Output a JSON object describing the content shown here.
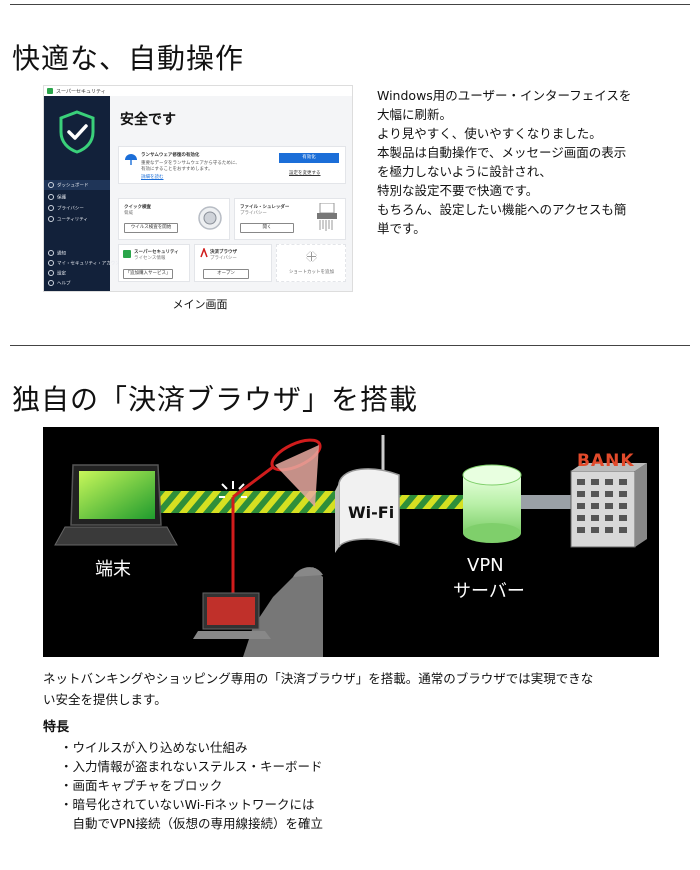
{
  "section1": {
    "heading": "快適な、自動操作",
    "caption": "メイン画面",
    "description": [
      "Windows用のユーザー・インターフェイスを",
      "大幅に刷新。",
      "より見やすく、使いやすくなりました。",
      "本製品は自動操作で、メッセージ画面の表示",
      "を極力しないように設計され、",
      "特別な設定不要で快適です。",
      "もちろん、設定したい機能へのアクセスも簡",
      "単です。"
    ],
    "app": {
      "window_title": "スーパーセキュリティ",
      "status_title": "安全です",
      "side_items": [
        "ダッシュボード",
        "保護",
        "プライバシー",
        "ユーティリティ"
      ],
      "side_bottom": [
        "通知",
        "マイ・セキュリティ・アカウント",
        "設定",
        "ヘルプ"
      ],
      "alert_title": "ランサムウェア修復の有効化",
      "alert_line1": "重要なデータをランサムウェアから守るために、",
      "alert_line2": "有効にすることをおすすめします。",
      "alert_link": "詳細を読む",
      "enable_button": "有効化",
      "later_link": "設定を変更する",
      "quick_scan_title": "クイック検査",
      "quick_scan_sub": "脅威",
      "quick_scan_button": "ウイルス検査を開始",
      "shredder_title": "ファイル・シュレッダー",
      "shredder_sub": "プライバシー",
      "shredder_button": "開く",
      "app_card_title": "スーパーセキュリティ",
      "app_card_sub": "ライセンス情報",
      "app_card_button": "「追加購入サービス」",
      "browser_title": "決済ブラウザ",
      "browser_sub": "プライバシー",
      "browser_button": "オープン",
      "shortcut_label": "ショートカットを追加"
    }
  },
  "section2": {
    "heading": "独自の「決済ブラウザ」を搭載",
    "illustration": {
      "terminal_label": "端末",
      "wifi_label": "Wi-Fi",
      "vpn_label": "VPN",
      "server_label": "サーバー",
      "bank_label": "BANK"
    },
    "paragraph": [
      "ネットバンキングやショッピング専用の「決済ブラウザ」を搭載。通常のブラウザでは実現できな",
      "い安全を提供します。"
    ],
    "features_title": "特長",
    "features": [
      "・ウイルスが入り込めない仕組み",
      "・入力情報が盗まれないステルス・キーボード",
      "・画面キャプチャをブロック",
      "・暗号化されていないWi-Fiネットワークには",
      "　自動でVPN接続（仮想の専用線接続）を確立"
    ]
  },
  "colors": {
    "sidebar": "#12213a",
    "shield": "#3ad07a",
    "enable_button": "#1b6ed8",
    "cable_stripe": "#d6e021",
    "cable_green": "#2f8f3a",
    "attack_red": "#d01c1c",
    "vpn_tube": "#b9f0a8"
  }
}
